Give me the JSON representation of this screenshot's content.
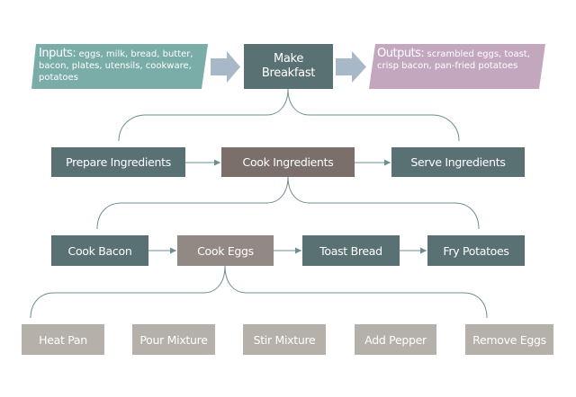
{
  "colors": {
    "primary": "#5a7174",
    "active": "#7a6f6b",
    "active_child": "#928984",
    "substep": "#b5b0aa",
    "inputs": "#7aada8",
    "outputs": "#c3a7bf",
    "arrow_block": "#a8b8c9",
    "connector": "#6b8f92"
  },
  "inputs": {
    "lead": "Inputs:",
    "text": " eggs, milk, bread, butter, bacon, plates, utensils, cookware, potatoes"
  },
  "outputs": {
    "lead": "Outputs:",
    "text": " scrambled eggs, toast, crisp bacon, pan-fried potatoes"
  },
  "root": {
    "line1": "Make",
    "line2": "Breakfast"
  },
  "level1": [
    {
      "label": "Prepare Ingredients"
    },
    {
      "label": "Cook Ingredients"
    },
    {
      "label": "Serve Ingredients"
    }
  ],
  "level2": [
    {
      "label": "Cook Bacon"
    },
    {
      "label": "Cook Eggs"
    },
    {
      "label": "Toast Bread"
    },
    {
      "label": "Fry Potatoes"
    }
  ],
  "level3": [
    {
      "label": "Heat Pan"
    },
    {
      "label": "Pour Mixture"
    },
    {
      "label": "Stir Mixture"
    },
    {
      "label": "Add Pepper"
    },
    {
      "label": "Remove Eggs"
    }
  ]
}
